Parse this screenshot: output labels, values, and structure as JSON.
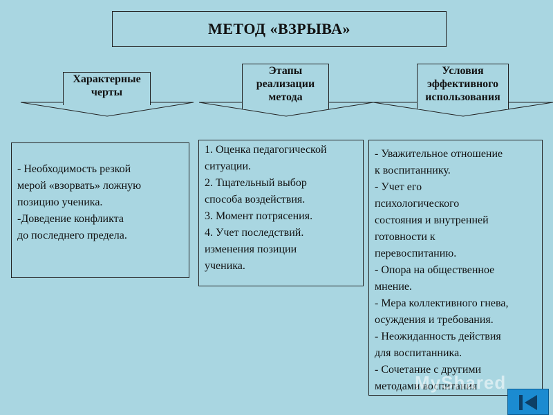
{
  "title": "МЕТОД «ВЗРЫВА»",
  "headers": [
    {
      "lines": [
        "Характерные",
        "черты"
      ]
    },
    {
      "lines": [
        "Этапы",
        "реализации",
        "метода"
      ]
    },
    {
      "lines": [
        "Условия",
        "эффективного",
        "использования"
      ]
    }
  ],
  "columns": [
    {
      "lines": [
        "- Необходимость резкой",
        "мерой «взорвать» ложную",
        "позицию ученика.",
        "-Доведение конфликта",
        "до последнего предела."
      ]
    },
    {
      "lines": [
        "1. Оценка педагогической",
        "ситуации.",
        "2. Тщательный выбор",
        "способа воздействия.",
        "3. Момент потрясения.",
        "4. Учет последствий.",
        "изменения позиции",
        "ученика."
      ]
    },
    {
      "lines": [
        "- Уважительное отношение",
        "к воспитаннику.",
        "- Учет его",
        "психологического",
        "состояния и внутренней",
        " готовности к",
        "перевоспитанию.",
        "- Опора на общественное",
        "мнение.",
        "- Мера коллективного гнева,",
        " осуждения и требования.",
        "- Неожиданность действия",
        "для воспитанника.",
        "- Сочетание с другими",
        " методами воспитания"
      ]
    }
  ],
  "watermark": "MyShared",
  "colors": {
    "background": "#a9d6e1",
    "nav_button": "#1b8bd1"
  },
  "nav": {
    "icon": "first-slide-icon"
  }
}
